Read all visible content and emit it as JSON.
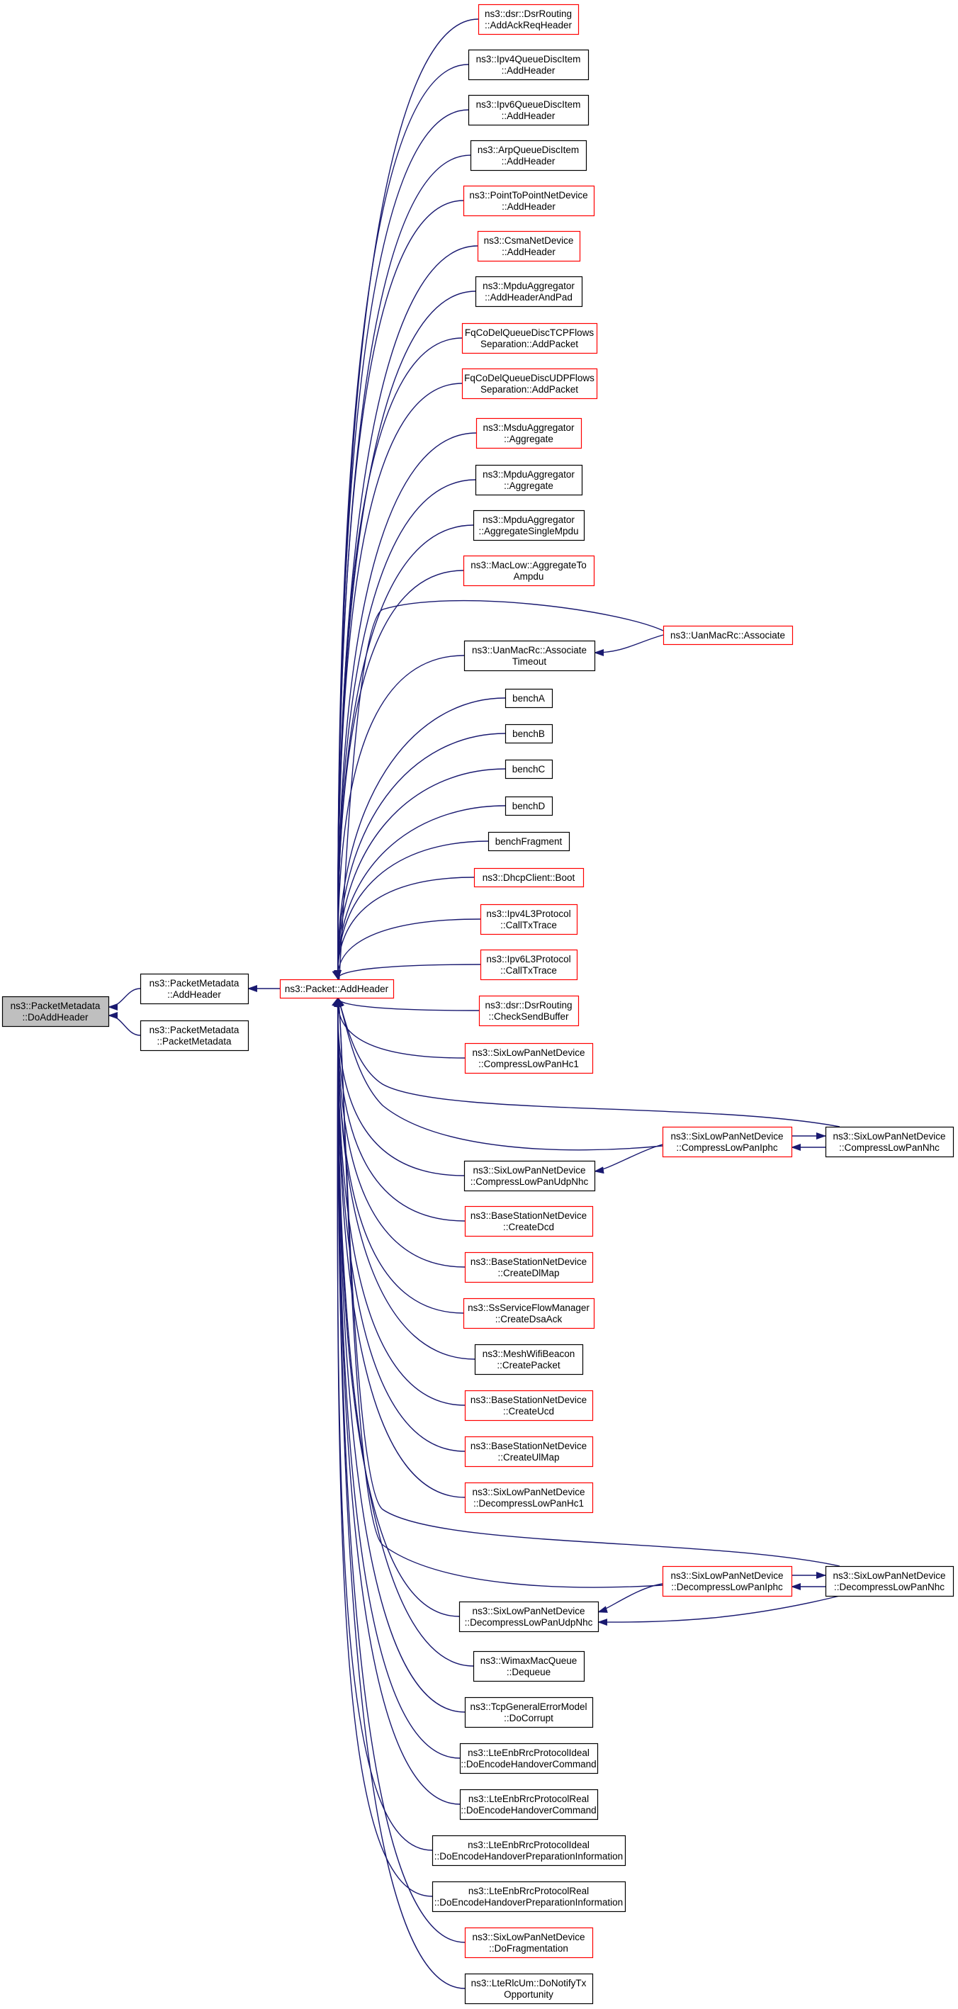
{
  "colors": {
    "edge": "#191970",
    "border_default": "#000000",
    "border_truncated": "#ff0000",
    "fill_root": "#bfbfbf",
    "fill_default": "#ffffff"
  },
  "nodes": [
    {
      "id": "root",
      "lines": [
        "ns3::PacketMetadata",
        "::DoAddHeader"
      ],
      "style": "root"
    },
    {
      "id": "pm_add",
      "lines": [
        "ns3::PacketMetadata",
        "::AddHeader"
      ],
      "style": "black"
    },
    {
      "id": "pm_pm",
      "lines": [
        "ns3::PacketMetadata",
        "::PacketMetadata"
      ],
      "style": "black"
    },
    {
      "id": "pkt",
      "lines": [
        "ns3::Packet::AddHeader"
      ],
      "style": "red"
    },
    {
      "id": "c1",
      "lines": [
        "ns3::dsr::DsrRouting",
        "::AddAckReqHeader"
      ],
      "style": "red"
    },
    {
      "id": "c2",
      "lines": [
        "ns3::Ipv4QueueDiscItem",
        "::AddHeader"
      ],
      "style": "black"
    },
    {
      "id": "c3",
      "lines": [
        "ns3::Ipv6QueueDiscItem",
        "::AddHeader"
      ],
      "style": "black"
    },
    {
      "id": "c4",
      "lines": [
        "ns3::ArpQueueDiscItem",
        "::AddHeader"
      ],
      "style": "black"
    },
    {
      "id": "c5",
      "lines": [
        "ns3::PointToPointNetDevice",
        "::AddHeader"
      ],
      "style": "red"
    },
    {
      "id": "c6",
      "lines": [
        "ns3::CsmaNetDevice",
        "::AddHeader"
      ],
      "style": "red"
    },
    {
      "id": "c7",
      "lines": [
        "ns3::MpduAggregator",
        "::AddHeaderAndPad"
      ],
      "style": "black"
    },
    {
      "id": "c8",
      "lines": [
        "FqCoDelQueueDiscTCPFlows",
        "Separation::AddPacket"
      ],
      "style": "red"
    },
    {
      "id": "c9",
      "lines": [
        "FqCoDelQueueDiscUDPFlows",
        "Separation::AddPacket"
      ],
      "style": "red"
    },
    {
      "id": "c10",
      "lines": [
        "ns3::MsduAggregator",
        "::Aggregate"
      ],
      "style": "red"
    },
    {
      "id": "c11",
      "lines": [
        "ns3::MpduAggregator",
        "::Aggregate"
      ],
      "style": "black"
    },
    {
      "id": "c12",
      "lines": [
        "ns3::MpduAggregator",
        "::AggregateSingleMpdu"
      ],
      "style": "black"
    },
    {
      "id": "c13",
      "lines": [
        "ns3::MacLow::AggregateTo",
        "Ampdu"
      ],
      "style": "red"
    },
    {
      "id": "c14",
      "lines": [
        "ns3::UanMacRc::Associate",
        "Timeout"
      ],
      "style": "black"
    },
    {
      "id": "uan_assoc",
      "lines": [
        "ns3::UanMacRc::Associate"
      ],
      "style": "red"
    },
    {
      "id": "c15",
      "lines": [
        "benchA"
      ],
      "style": "black"
    },
    {
      "id": "c16",
      "lines": [
        "benchB"
      ],
      "style": "black"
    },
    {
      "id": "c17",
      "lines": [
        "benchC"
      ],
      "style": "black"
    },
    {
      "id": "c18",
      "lines": [
        "benchD"
      ],
      "style": "black"
    },
    {
      "id": "c19",
      "lines": [
        "benchFragment"
      ],
      "style": "black"
    },
    {
      "id": "c20",
      "lines": [
        "ns3::DhcpClient::Boot"
      ],
      "style": "red"
    },
    {
      "id": "c21",
      "lines": [
        "ns3::Ipv4L3Protocol",
        "::CallTxTrace"
      ],
      "style": "red"
    },
    {
      "id": "c22",
      "lines": [
        "ns3::Ipv6L3Protocol",
        "::CallTxTrace"
      ],
      "style": "red"
    },
    {
      "id": "c23",
      "lines": [
        "ns3::dsr::DsrRouting",
        "::CheckSendBuffer"
      ],
      "style": "red"
    },
    {
      "id": "c24",
      "lines": [
        "ns3::SixLowPanNetDevice",
        "::CompressLowPanHc1"
      ],
      "style": "red"
    },
    {
      "id": "iphc",
      "lines": [
        "ns3::SixLowPanNetDevice",
        "::CompressLowPanIphc"
      ],
      "style": "red"
    },
    {
      "id": "nhc",
      "lines": [
        "ns3::SixLowPanNetDevice",
        "::CompressLowPanNhc"
      ],
      "style": "black"
    },
    {
      "id": "c25",
      "lines": [
        "ns3::SixLowPanNetDevice",
        "::CompressLowPanUdpNhc"
      ],
      "style": "black"
    },
    {
      "id": "c26",
      "lines": [
        "ns3::BaseStationNetDevice",
        "::CreateDcd"
      ],
      "style": "red"
    },
    {
      "id": "c27",
      "lines": [
        "ns3::BaseStationNetDevice",
        "::CreateDlMap"
      ],
      "style": "red"
    },
    {
      "id": "c28",
      "lines": [
        "ns3::SsServiceFlowManager",
        "::CreateDsaAck"
      ],
      "style": "red"
    },
    {
      "id": "c29",
      "lines": [
        "ns3::MeshWifiBeacon",
        "::CreatePacket"
      ],
      "style": "black"
    },
    {
      "id": "c30",
      "lines": [
        "ns3::BaseStationNetDevice",
        "::CreateUcd"
      ],
      "style": "red"
    },
    {
      "id": "c31",
      "lines": [
        "ns3::BaseStationNetDevice",
        "::CreateUlMap"
      ],
      "style": "red"
    },
    {
      "id": "c32",
      "lines": [
        "ns3::SixLowPanNetDevice",
        "::DecompressLowPanHc1"
      ],
      "style": "red"
    },
    {
      "id": "diphc",
      "lines": [
        "ns3::SixLowPanNetDevice",
        "::DecompressLowPanIphc"
      ],
      "style": "red"
    },
    {
      "id": "dnhc",
      "lines": [
        "ns3::SixLowPanNetDevice",
        "::DecompressLowPanNhc"
      ],
      "style": "black"
    },
    {
      "id": "c33",
      "lines": [
        "ns3::SixLowPanNetDevice",
        "::DecompressLowPanUdpNhc"
      ],
      "style": "black"
    },
    {
      "id": "c34",
      "lines": [
        "ns3::WimaxMacQueue",
        "::Dequeue"
      ],
      "style": "black"
    },
    {
      "id": "c35",
      "lines": [
        "ns3::TcpGeneralErrorModel",
        "::DoCorrupt"
      ],
      "style": "black"
    },
    {
      "id": "c36",
      "lines": [
        "ns3::LteEnbRrcProtocolIdeal",
        "::DoEncodeHandoverCommand"
      ],
      "style": "black"
    },
    {
      "id": "c37",
      "lines": [
        "ns3::LteEnbRrcProtocolReal",
        "::DoEncodeHandoverCommand"
      ],
      "style": "black"
    },
    {
      "id": "c38",
      "lines": [
        "ns3::LteEnbRrcProtocolIdeal",
        "::DoEncodeHandoverPreparationInformation"
      ],
      "style": "black"
    },
    {
      "id": "c39",
      "lines": [
        "ns3::LteEnbRrcProtocolReal",
        "::DoEncodeHandoverPreparationInformation"
      ],
      "style": "black"
    },
    {
      "id": "c40",
      "lines": [
        "ns3::SixLowPanNetDevice",
        "::DoFragmentation"
      ],
      "style": "red"
    },
    {
      "id": "c41",
      "lines": [
        "ns3::LteRlcUm::DoNotifyTx",
        "Opportunity"
      ],
      "style": "black"
    }
  ],
  "edges": [
    {
      "from": "pm_add",
      "to": "root"
    },
    {
      "from": "pm_pm",
      "to": "root"
    },
    {
      "from": "pkt",
      "to": "pm_add"
    },
    {
      "from": "c1",
      "to": "pkt"
    },
    {
      "from": "c2",
      "to": "pkt"
    },
    {
      "from": "c3",
      "to": "pkt"
    },
    {
      "from": "c4",
      "to": "pkt"
    },
    {
      "from": "c5",
      "to": "pkt"
    },
    {
      "from": "c6",
      "to": "pkt"
    },
    {
      "from": "c7",
      "to": "pkt"
    },
    {
      "from": "c8",
      "to": "pkt"
    },
    {
      "from": "c9",
      "to": "pkt"
    },
    {
      "from": "c10",
      "to": "pkt"
    },
    {
      "from": "c11",
      "to": "pkt"
    },
    {
      "from": "c12",
      "to": "pkt"
    },
    {
      "from": "c13",
      "to": "pkt"
    },
    {
      "from": "uan_assoc",
      "to": "pkt"
    },
    {
      "from": "c14",
      "to": "pkt"
    },
    {
      "from": "uan_assoc",
      "to": "c14"
    },
    {
      "from": "c15",
      "to": "pkt"
    },
    {
      "from": "c16",
      "to": "pkt"
    },
    {
      "from": "c17",
      "to": "pkt"
    },
    {
      "from": "c18",
      "to": "pkt"
    },
    {
      "from": "c19",
      "to": "pkt"
    },
    {
      "from": "c20",
      "to": "pkt"
    },
    {
      "from": "c21",
      "to": "pkt"
    },
    {
      "from": "c22",
      "to": "pkt"
    },
    {
      "from": "c23",
      "to": "pkt"
    },
    {
      "from": "c24",
      "to": "pkt"
    },
    {
      "from": "nhc",
      "to": "pkt"
    },
    {
      "from": "iphc",
      "to": "pkt"
    },
    {
      "from": "c25",
      "to": "pkt"
    },
    {
      "from": "iphc",
      "to": "c25"
    },
    {
      "from": "iphc",
      "to": "nhc"
    },
    {
      "from": "nhc",
      "to": "iphc"
    },
    {
      "from": "c26",
      "to": "pkt"
    },
    {
      "from": "c27",
      "to": "pkt"
    },
    {
      "from": "c28",
      "to": "pkt"
    },
    {
      "from": "c29",
      "to": "pkt"
    },
    {
      "from": "c30",
      "to": "pkt"
    },
    {
      "from": "c31",
      "to": "pkt"
    },
    {
      "from": "c32",
      "to": "pkt"
    },
    {
      "from": "dnhc",
      "to": "pkt"
    },
    {
      "from": "diphc",
      "to": "pkt"
    },
    {
      "from": "c33",
      "to": "pkt"
    },
    {
      "from": "diphc",
      "to": "c33"
    },
    {
      "from": "dnhc",
      "to": "c33"
    },
    {
      "from": "diphc",
      "to": "dnhc"
    },
    {
      "from": "dnhc",
      "to": "diphc"
    },
    {
      "from": "c34",
      "to": "pkt"
    },
    {
      "from": "c35",
      "to": "pkt"
    },
    {
      "from": "c36",
      "to": "pkt"
    },
    {
      "from": "c37",
      "to": "pkt"
    },
    {
      "from": "c38",
      "to": "pkt"
    },
    {
      "from": "c39",
      "to": "pkt"
    },
    {
      "from": "c40",
      "to": "pkt"
    },
    {
      "from": "c41",
      "to": "pkt"
    }
  ]
}
